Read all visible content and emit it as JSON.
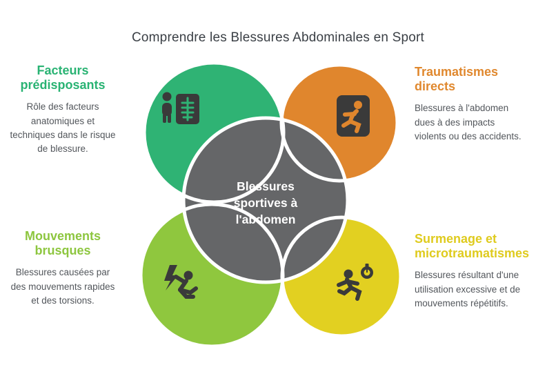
{
  "title": "Comprendre les Blessures Abdominales en Sport",
  "background": "#ffffff",
  "center": {
    "label": "Blessures\nsportives à\nl'abdomen",
    "color": "#656668",
    "text_color": "#ffffff"
  },
  "quadrants": [
    {
      "id": "top-left",
      "heading": "Facteurs prédisposants",
      "body": "Rôle des facteurs anatomiques et techniques dans le risque de blessure.",
      "color": "#2fb374",
      "icon": "anatomy-xray-icon"
    },
    {
      "id": "top-right",
      "heading": "Traumatismes directs",
      "body": "Blessures à l'abdomen dues à des impacts violents ou des accidents.",
      "color": "#e0862d",
      "icon": "impact-icon"
    },
    {
      "id": "bottom-left",
      "heading": "Mouvements brusques",
      "body": "Blessures causées par des mouvements rapides et des torsions.",
      "color": "#8fc73e",
      "icon": "slip-lightning-icon"
    },
    {
      "id": "bottom-right",
      "heading": "Surmenage et microtraumatismes",
      "body": "Blessures résultant d'une utilisation excessive et de mouvements répétitifs.",
      "color": "#e2d021",
      "icon": "runner-stopwatch-icon"
    }
  ]
}
